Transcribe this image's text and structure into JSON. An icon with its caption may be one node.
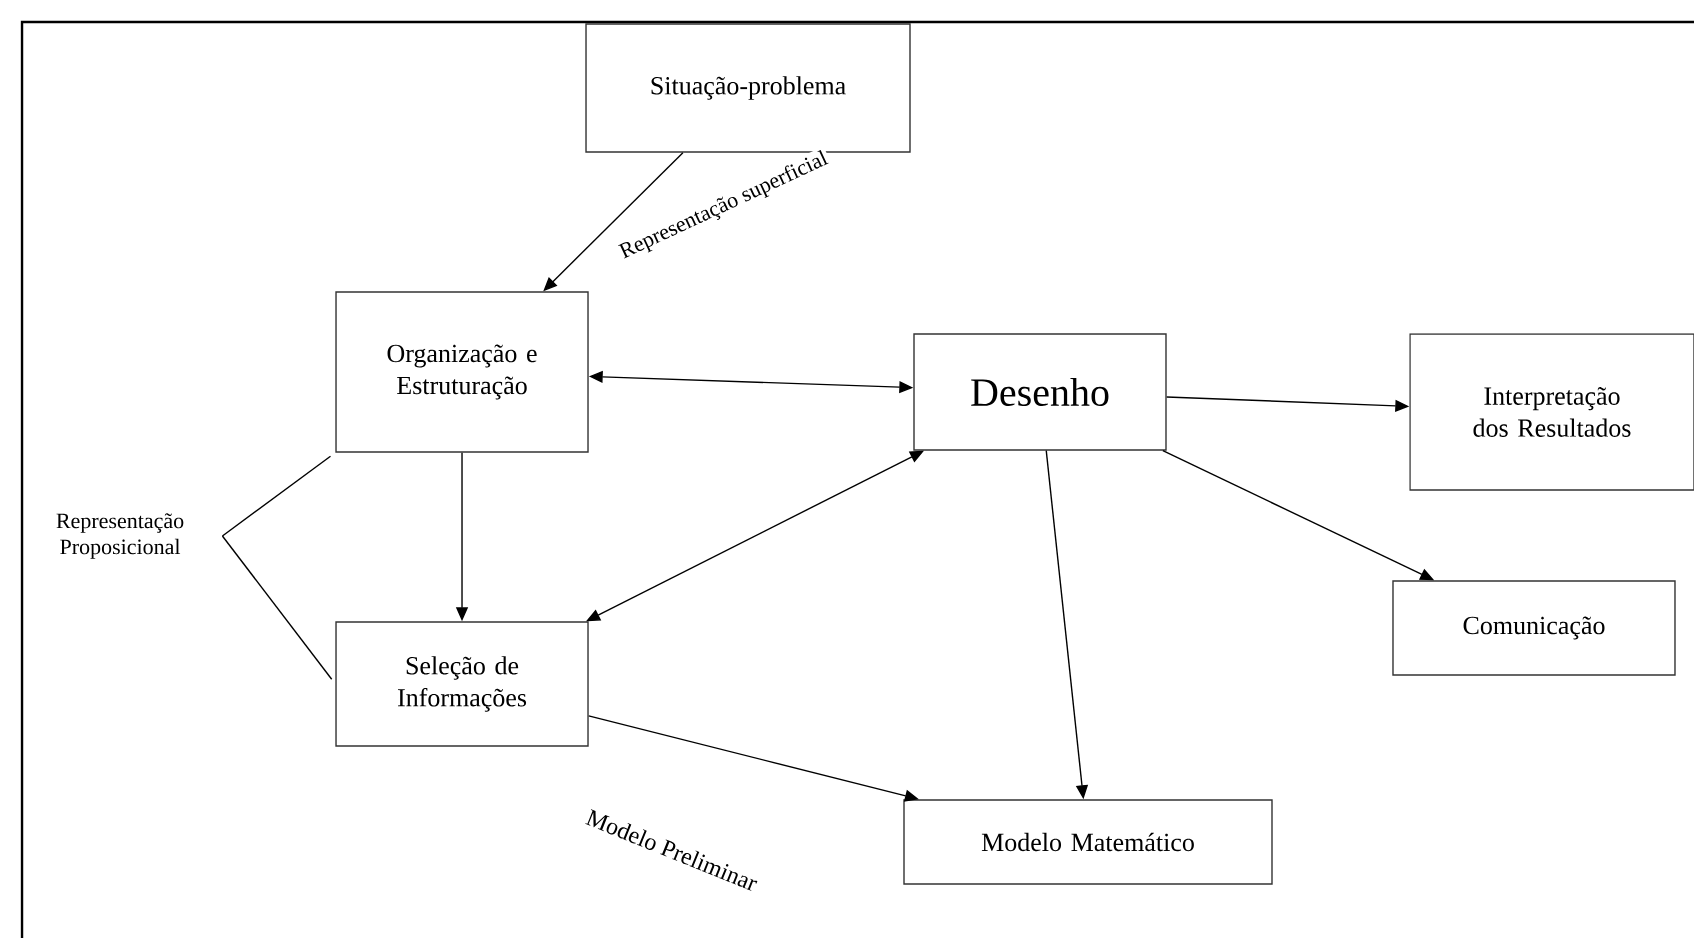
{
  "diagram": {
    "nodes": [
      {
        "text": [
          "Situação-problema"
        ]
      },
      {
        "text": [
          "Organização e Estruturação"
        ]
      },
      {
        "text": [
          "Desenho"
        ]
      },
      {
        "text": [
          "Interpretação dos Resultados"
        ]
      },
      {
        "text": [
          "Seleção de Informações"
        ]
      },
      {
        "text": [
          "Comunicação"
        ]
      },
      {
        "text": [
          "Modelo Matemático"
        ]
      },
      {
        "text": [
          "Representação Proposicional"
        ]
      }
    ],
    "edges": [
      {
        "from": 0,
        "to": 1,
        "arrow": "to",
        "label": "Representação superficial"
      },
      {
        "from": 1,
        "to": 2,
        "arrow": "both"
      },
      {
        "from": 1,
        "to": 4,
        "arrow": "to"
      },
      {
        "from": 4,
        "to": 2,
        "arrow": "both"
      },
      {
        "from": 2,
        "to": 3,
        "arrow": "to"
      },
      {
        "from": 2,
        "to": 5,
        "arrow": "to"
      },
      {
        "from": 2,
        "to": 6,
        "arrow": "to"
      },
      {
        "from": 4,
        "to": 6,
        "arrow": "to",
        "label": "Modelo Preliminar"
      },
      {
        "from": 7,
        "to": 1,
        "arrow": "none"
      },
      {
        "from": 7,
        "to": 4,
        "arrow": "none"
      }
    ]
  }
}
